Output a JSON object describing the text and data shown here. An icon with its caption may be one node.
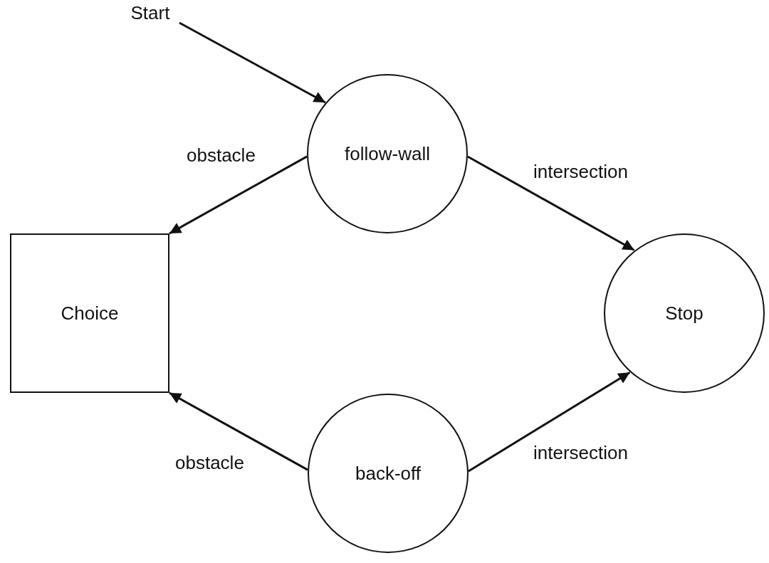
{
  "diagram": {
    "nodes": [
      {
        "text": [
          "Start"
        ]
      },
      {
        "text": [
          "follow-wall"
        ]
      },
      {
        "text": [
          "Choice"
        ]
      },
      {
        "text": [
          "Stop"
        ]
      },
      {
        "text": [
          "back-off"
        ]
      }
    ],
    "edges": [
      {
        "from": 0,
        "to": 1,
        "arrow": "to"
      },
      {
        "from": 1,
        "to": 2,
        "arrow": "to",
        "label": "obstacle"
      },
      {
        "from": 1,
        "to": 3,
        "arrow": "to",
        "label": "intersection"
      },
      {
        "from": 4,
        "to": 2,
        "arrow": "to",
        "label": "obstacle"
      },
      {
        "from": 4,
        "to": 3,
        "arrow": "to",
        "label": "intersection"
      }
    ]
  }
}
